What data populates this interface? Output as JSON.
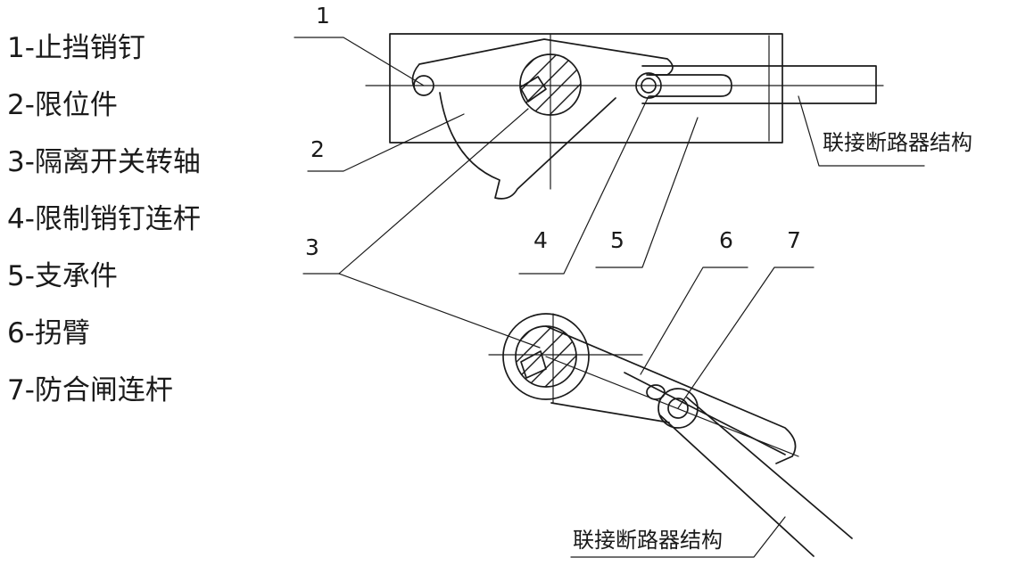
{
  "legend": [
    "1-止挡销钉",
    "2-限位件",
    "3-隔离开关转轴",
    "4-限制销钉连杆",
    "5-支承件",
    "6-拐臂",
    "7-防合闸连杆"
  ],
  "callouts": {
    "n1": "1",
    "n2": "2",
    "n3": "3",
    "n4": "4",
    "n5": "5",
    "n6": "6",
    "n7": "7"
  },
  "captions": {
    "top": "联接断路器结构",
    "bottom": "联接断路器结构"
  },
  "colors": {
    "ink": "#1a1a1a",
    "background": "#ffffff"
  }
}
